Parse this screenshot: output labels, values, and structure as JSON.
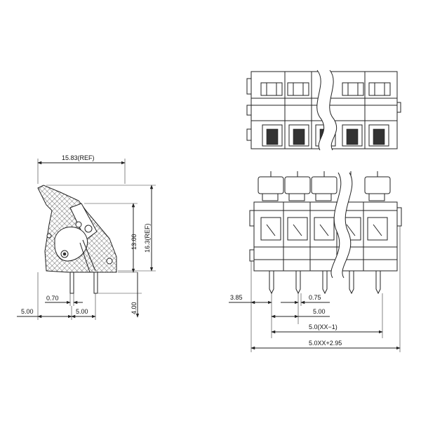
{
  "dimensions": {
    "side_width_ref": "15.83(REF)",
    "side_height": "13.00",
    "side_height_ref": "16.3(REF)",
    "pin_thickness": "0.70",
    "left_offset": "5.00",
    "pin_pitch_side": "5.00",
    "pin_length": "4.00",
    "first_pin_offset": "3.85",
    "pin_width": "0.75",
    "pitch": "5.00",
    "span_pins": "5.0(XX−1)",
    "overall_length": "5.0XX+2.95"
  }
}
